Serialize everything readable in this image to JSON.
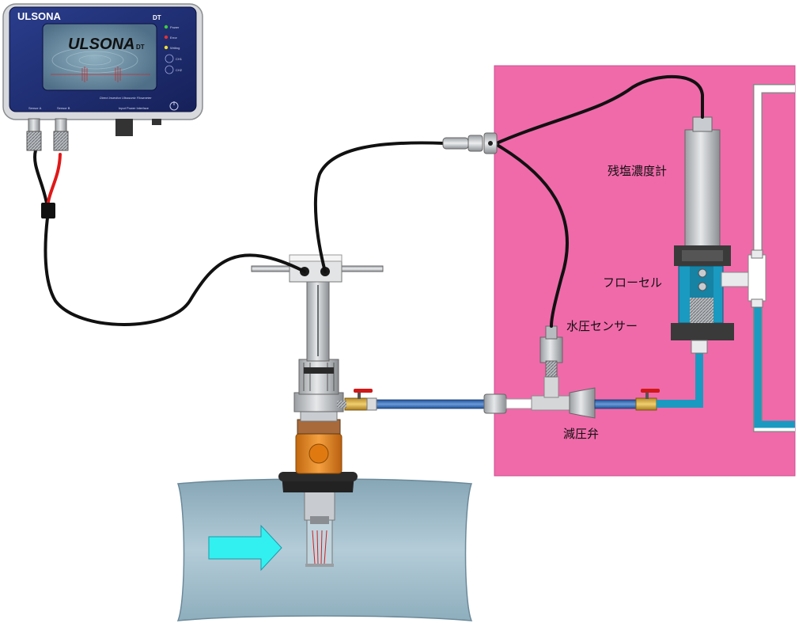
{
  "device": {
    "brand": "ULSONA",
    "model": "DT",
    "screen_logo": "ULSONA",
    "screen_logo_suffix": "DT",
    "subtitle": "Direct Insertion Ultrasonic Flowmeter",
    "indicators": [
      {
        "label": "Power",
        "color": "#3ccf3c"
      },
      {
        "label": "Error",
        "color": "#e23232"
      },
      {
        "label": "Writing",
        "color": "#f0e030"
      },
      {
        "label": "CH1",
        "color": ""
      },
      {
        "label": "CH2",
        "color": ""
      }
    ],
    "connectors": [
      "Sensor A",
      "Sensor B",
      "Input Power Interface"
    ]
  },
  "labels": {
    "chlorine_meter": "残塩濃度計",
    "flow_cell": "フローセル",
    "pressure_sensor": "水圧センサー",
    "pressure_valve": "減圧弁"
  },
  "colors": {
    "panel": "#f06aaa",
    "pipe_water": "#9cb8c6",
    "tube_blue": "#3a73b8",
    "tube_teal": "#1a9ac0",
    "flow_arrow": "#33f0f0",
    "valve_orange": "#e98a1c",
    "cable_red": "#e01818"
  }
}
